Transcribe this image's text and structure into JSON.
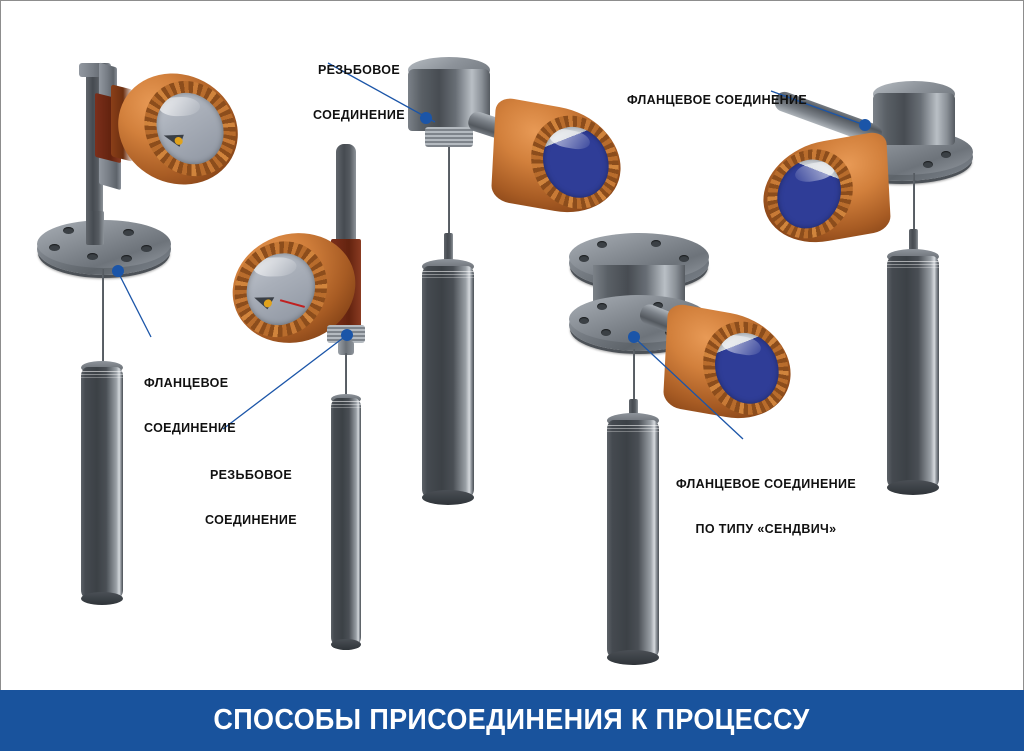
{
  "banner": {
    "title": "СПОСОБЫ ПРИСОЕДИНЕНИЯ К ПРОЦЕССУ",
    "background_color": "#19539d",
    "text_color": "#ffffff"
  },
  "canvas": {
    "background_color": "#ffffff",
    "border_color": "#8d8d8d"
  },
  "callouts": [
    {
      "id": "threaded-top",
      "line1": "РЕЗЬБОВОЕ",
      "line2": "СОЕДИНЕНИЕ",
      "align": "center",
      "marker_color": "#1b55a8"
    },
    {
      "id": "flanged-top-right",
      "line1": "ФЛАНЦЕВОЕ СОЕДИНЕНИЕ",
      "line2": "",
      "align": "center",
      "marker_color": "#1b55a8"
    },
    {
      "id": "flanged-left",
      "line1": "ФЛАНЦЕВОЕ",
      "line2": "СОЕДИНЕНИЕ",
      "align": "left",
      "marker_color": "#1b55a8"
    },
    {
      "id": "threaded-left-lower",
      "line1": "РЕЗЬБОВОЕ",
      "line2": "СОЕДИНЕНИЕ",
      "align": "center",
      "marker_color": "#1b55a8"
    },
    {
      "id": "flanged-sandwich",
      "line1": "ФЛАНЦЕВОЕ СОЕДИНЕНИЕ",
      "line2": "ПО ТИПУ «СЕНДВИЧ»",
      "align": "center",
      "marker_color": "#1b55a8"
    }
  ],
  "devices": [
    {
      "id": "device-bracket-flange",
      "name": "Датчик с кронштейном и фланцевым соединением",
      "connection": "фланцевое",
      "head_color": "#b8682c",
      "metal_color": "#6d737a"
    },
    {
      "id": "device-threaded-compact",
      "name": "Датчик с резьбовым соединением",
      "connection": "резьбовое",
      "head_color": "#b8682c",
      "metal_color": "#6d737a"
    },
    {
      "id": "device-threaded-remote",
      "name": "Датчик с резьбовым соединением и выносной головкой",
      "connection": "резьбовое",
      "head_color": "#b8682c",
      "metal_color": "#6d737a"
    },
    {
      "id": "device-flange-sandwich",
      "name": "Датчик с фланцевым соединением по типу «сендвич»",
      "connection": "фланцевое сендвич",
      "head_color": "#b8682c",
      "metal_color": "#6d737a"
    },
    {
      "id": "device-flange-remote",
      "name": "Датчик с фланцевым соединением и выносной головкой",
      "connection": "фланцевое",
      "head_color": "#b8682c",
      "metal_color": "#6d737a"
    }
  ]
}
